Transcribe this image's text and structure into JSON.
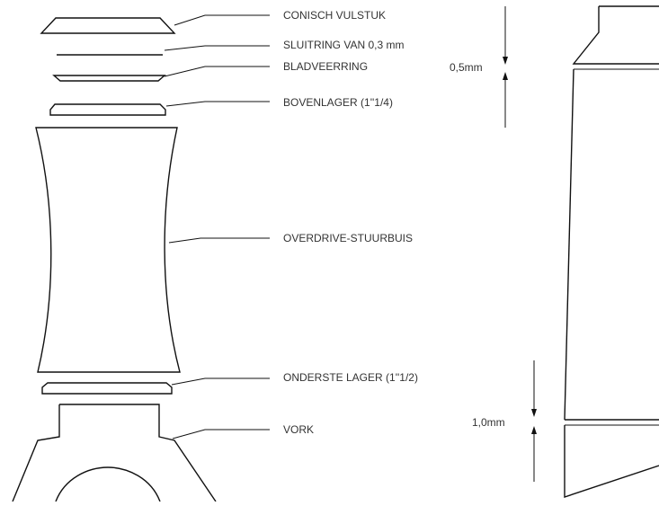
{
  "labels": {
    "conical_spacer": "CONISCH VULSTUK",
    "washer": "SLUITRING VAN 0,3 mm",
    "spring_washer": "BLADVEERRING",
    "top_bearing": "BOVENLAGER (1''1/4)",
    "head_tube": "OVERDRIVE-STUURBUIS",
    "bottom_bearing": "ONDERSTE LAGER (1''1/2)",
    "fork": "VORK"
  },
  "dimensions": {
    "top_gap": "0,5mm",
    "bottom_gap": "1,0mm"
  },
  "colors": {
    "line": "#111111",
    "text": "#333333",
    "background": "#ffffff"
  }
}
